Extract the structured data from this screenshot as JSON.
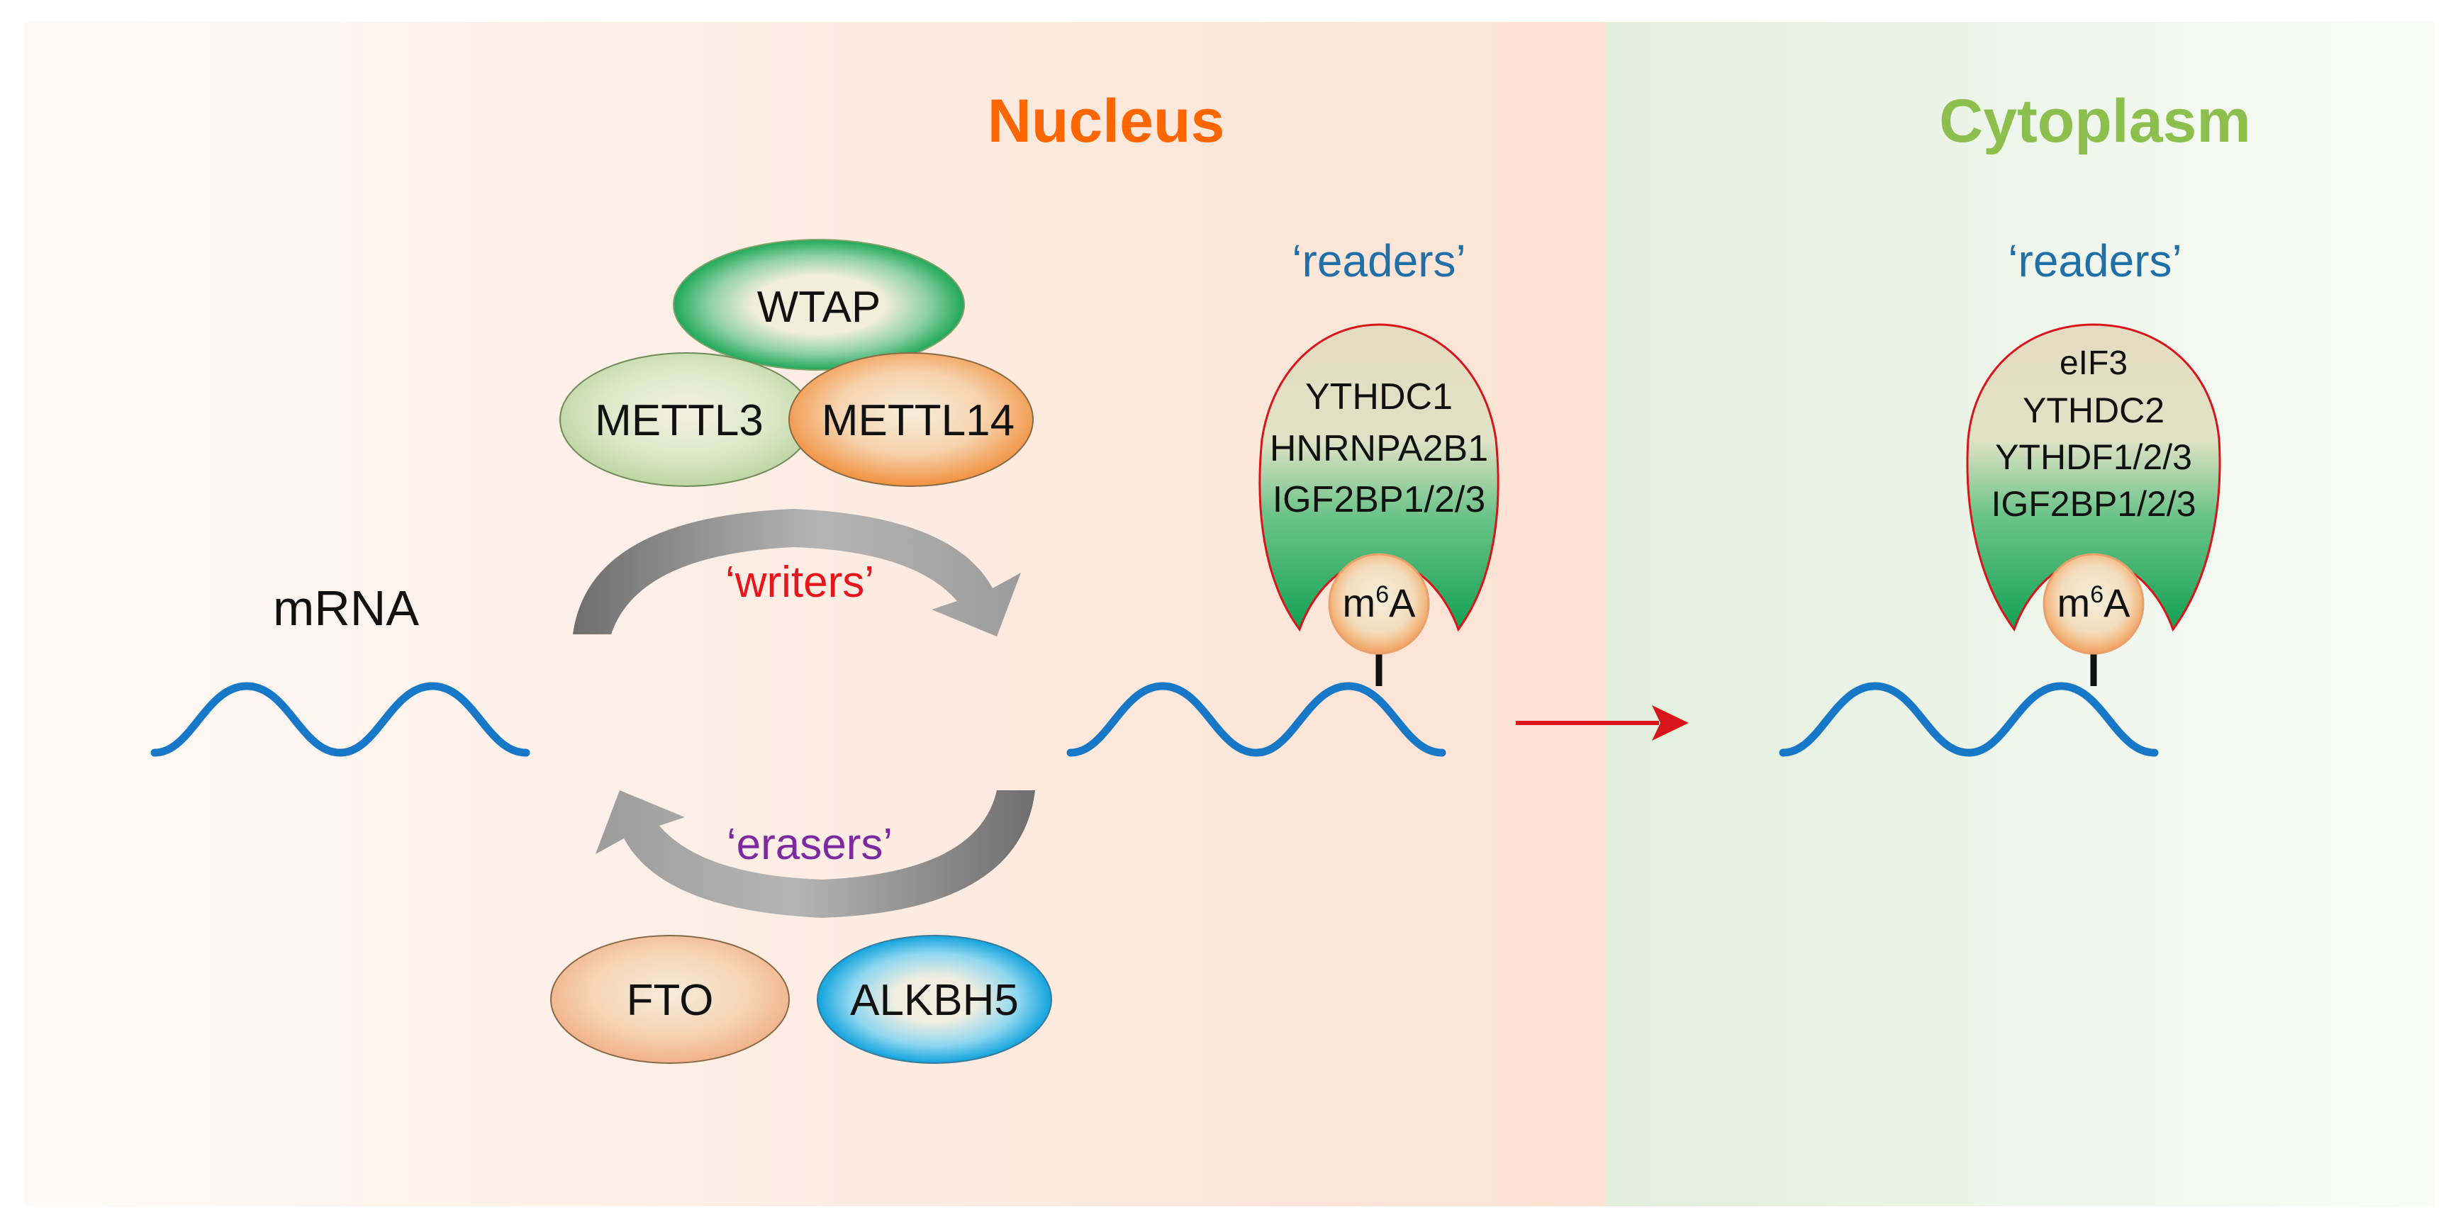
{
  "regions": {
    "nucleus": {
      "title": "Nucleus",
      "color": "#FF6600"
    },
    "cytoplasm": {
      "title": "Cytoplasm",
      "color": "#8DBF4E"
    }
  },
  "mrna_label": "mRNA",
  "writers": {
    "label": "‘writers’",
    "label_color": "#E8151C",
    "proteins": [
      "WTAP",
      "METTL3",
      "METTL14"
    ]
  },
  "erasers": {
    "label": "‘erasers’",
    "label_color": "#7B2B9F",
    "proteins": [
      "FTO",
      "ALKBH5"
    ]
  },
  "nuclear_readers": {
    "label": "‘readers’",
    "label_color": "#1F6FA8",
    "proteins": [
      "YTHDC1",
      "HNRNPA2B1",
      "IGF2BP1/2/3"
    ],
    "modification": {
      "base": "m",
      "superscript": "6",
      "suffix": "A"
    }
  },
  "cytoplasmic_readers": {
    "label": "‘readers’",
    "label_color": "#1F6FA8",
    "proteins": [
      "eIF3",
      "YTHDC2",
      "YTHDF1/2/3",
      "IGF2BP1/2/3"
    ],
    "modification": {
      "base": "m",
      "superscript": "6",
      "suffix": "A"
    }
  },
  "colors": {
    "mrna_wave": "#1878C8",
    "export_arrow": "#D9141B",
    "reader_outline": "#D9141B",
    "reader_green": "#2BAE63",
    "arrow_grey": "#9A9A9A"
  }
}
